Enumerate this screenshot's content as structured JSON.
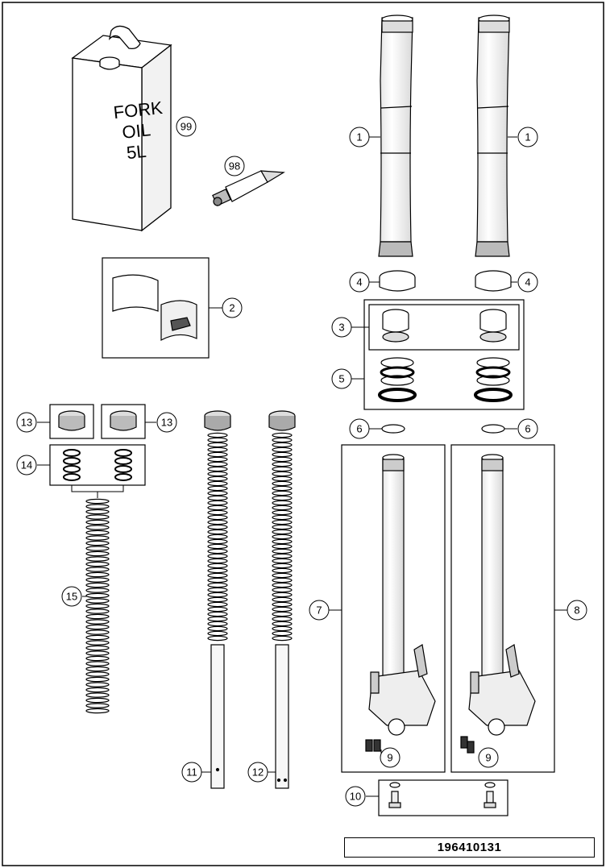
{
  "can_label": {
    "line1": "FORK",
    "line2": "OIL",
    "line3": "5L"
  },
  "callouts": {
    "c1a": "1",
    "c1b": "1",
    "c2": "2",
    "c3": "3",
    "c4a": "4",
    "c4b": "4",
    "c5": "5",
    "c6a": "6",
    "c6b": "6",
    "c7": "7",
    "c8": "8",
    "c9a": "9",
    "c9b": "9",
    "c10": "10",
    "c11": "11",
    "c12": "12",
    "c13a": "13",
    "c13b": "13",
    "c14": "14",
    "c15": "15",
    "c98": "98",
    "c99": "99"
  },
  "reference_number": "196410131",
  "colors": {
    "line": "#000000",
    "tube_fill": "#f2f2f2",
    "shade": "#cccccc",
    "background": "#ffffff"
  }
}
